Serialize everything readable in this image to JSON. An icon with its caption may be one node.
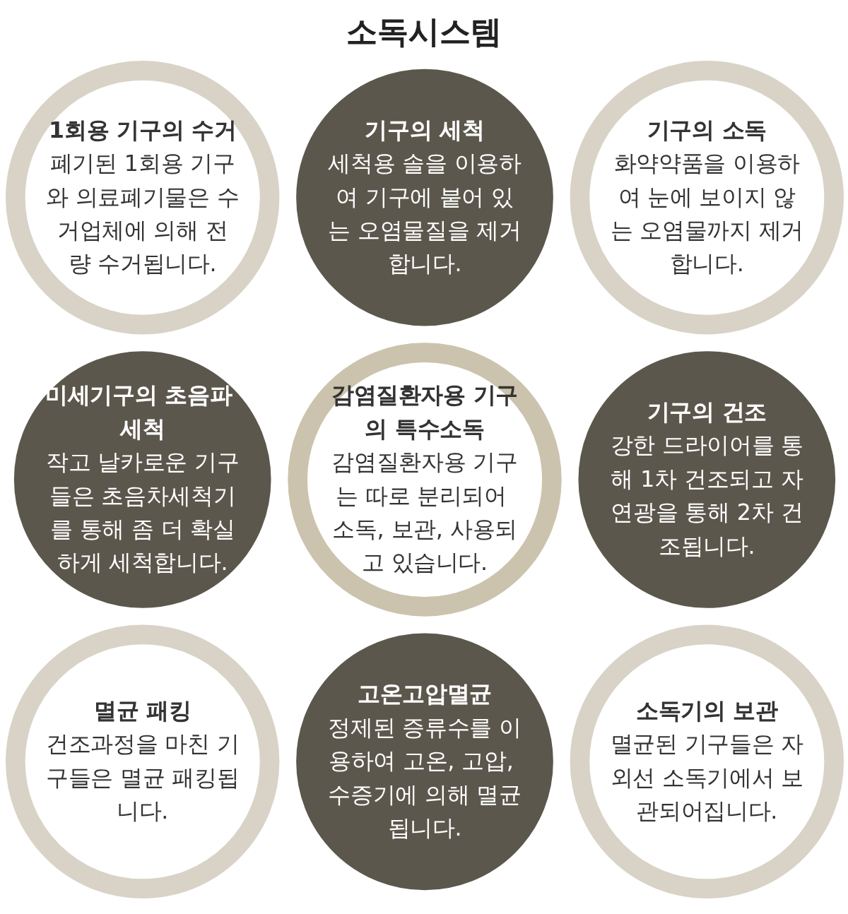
{
  "diagram": {
    "title": "소독시스템",
    "nodes": [
      {
        "text": [
          "1회용 기구의 수거",
          "폐기된 1회용 기구와 의료폐기물은 수거업체에 의해 전량 수거됩니다."
        ]
      },
      {
        "text": [
          "기구의 세척",
          "세척용 솔을 이용하여 기구에 붙어 있는 오염물질을 제거합니다."
        ]
      },
      {
        "text": [
          "기구의 소독",
          "화약약품을 이용하여 눈에 보이지 않는 오염물까지 제거합니다."
        ]
      },
      {
        "text": [
          "미세기구의 초음파 세척",
          "작고 날카로운 기구들은 초음차세척기를 통해 좀 더 확실하게 세척합니다."
        ]
      },
      {
        "text": [
          "감염질환자용 기구의 특수소독",
          "감염질환자용 기구는 따로 분리되어 소독, 보관, 사용되고 있습니다."
        ]
      },
      {
        "text": [
          "기구의 건조",
          "강한 드라이어를 통해 1차 건조되고 자연광을 통해 2차 건조됩니다."
        ]
      },
      {
        "text": [
          "멸균 패킹",
          "건조과정을 마친 기구들은 멸균 패킹됩니다."
        ]
      },
      {
        "text": [
          "고온고압멸균",
          "정제된 증류수를 이용하여 고온, 고압, 수증기에 의해 멸균됩니다."
        ]
      },
      {
        "text": [
          "소독기의 보관",
          "멸균된 기구들은 자외선 소독기에서 보관되어집니다."
        ]
      }
    ],
    "edges": []
  }
}
